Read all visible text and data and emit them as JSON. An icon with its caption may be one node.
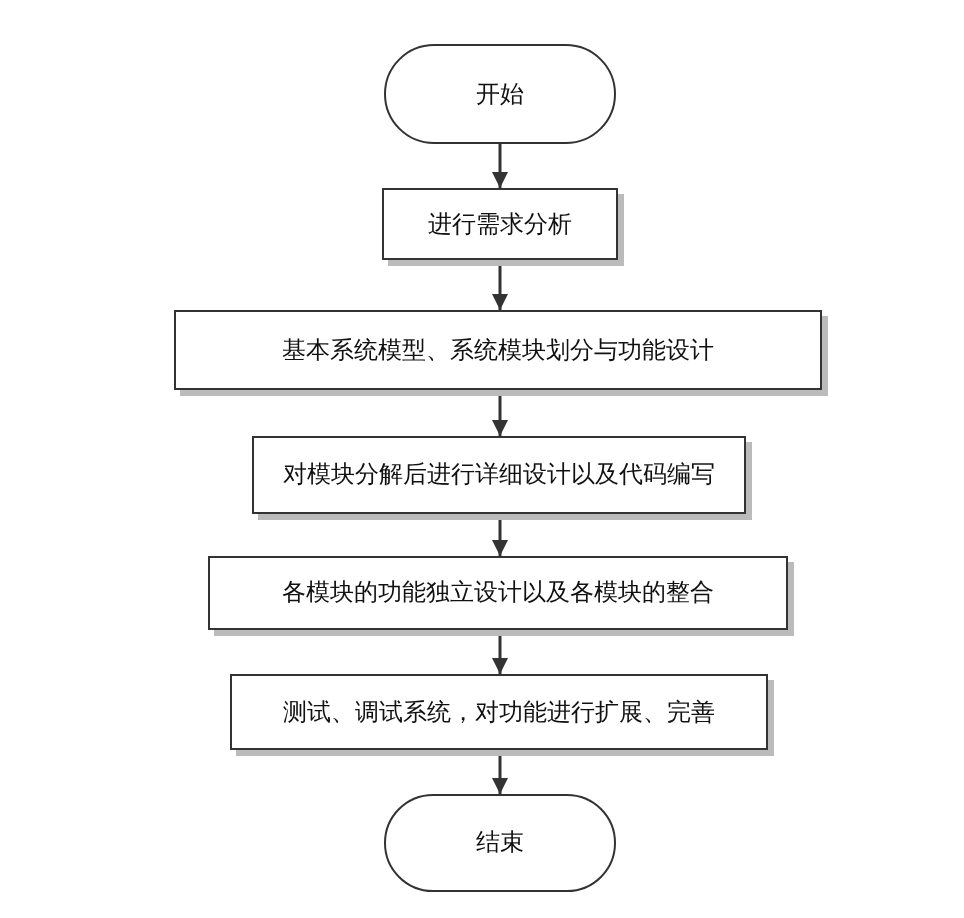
{
  "diagram": {
    "nodes": [
      {
        "text": [
          "开始"
        ]
      },
      {
        "text": [
          "进行需求分析"
        ]
      },
      {
        "text": [
          "基本系统模型、系统模块划分与功能设计"
        ]
      },
      {
        "text": [
          "对模块分解后进行详细设计以及代码编写"
        ]
      },
      {
        "text": [
          "各模块的功能独立设计以及各模块的整合"
        ]
      },
      {
        "text": [
          "测试、调试系统，对功能进行扩展、完善"
        ]
      },
      {
        "text": [
          "结束"
        ]
      }
    ],
    "edges": [
      {
        "from": 0,
        "to": 1,
        "arrow": "to"
      },
      {
        "from": 1,
        "to": 2,
        "arrow": "to"
      },
      {
        "from": 2,
        "to": 3,
        "arrow": "to"
      },
      {
        "from": 3,
        "to": 4,
        "arrow": "to"
      },
      {
        "from": 4,
        "to": 5,
        "arrow": "to"
      },
      {
        "from": 5,
        "to": 6,
        "arrow": "to"
      }
    ]
  }
}
